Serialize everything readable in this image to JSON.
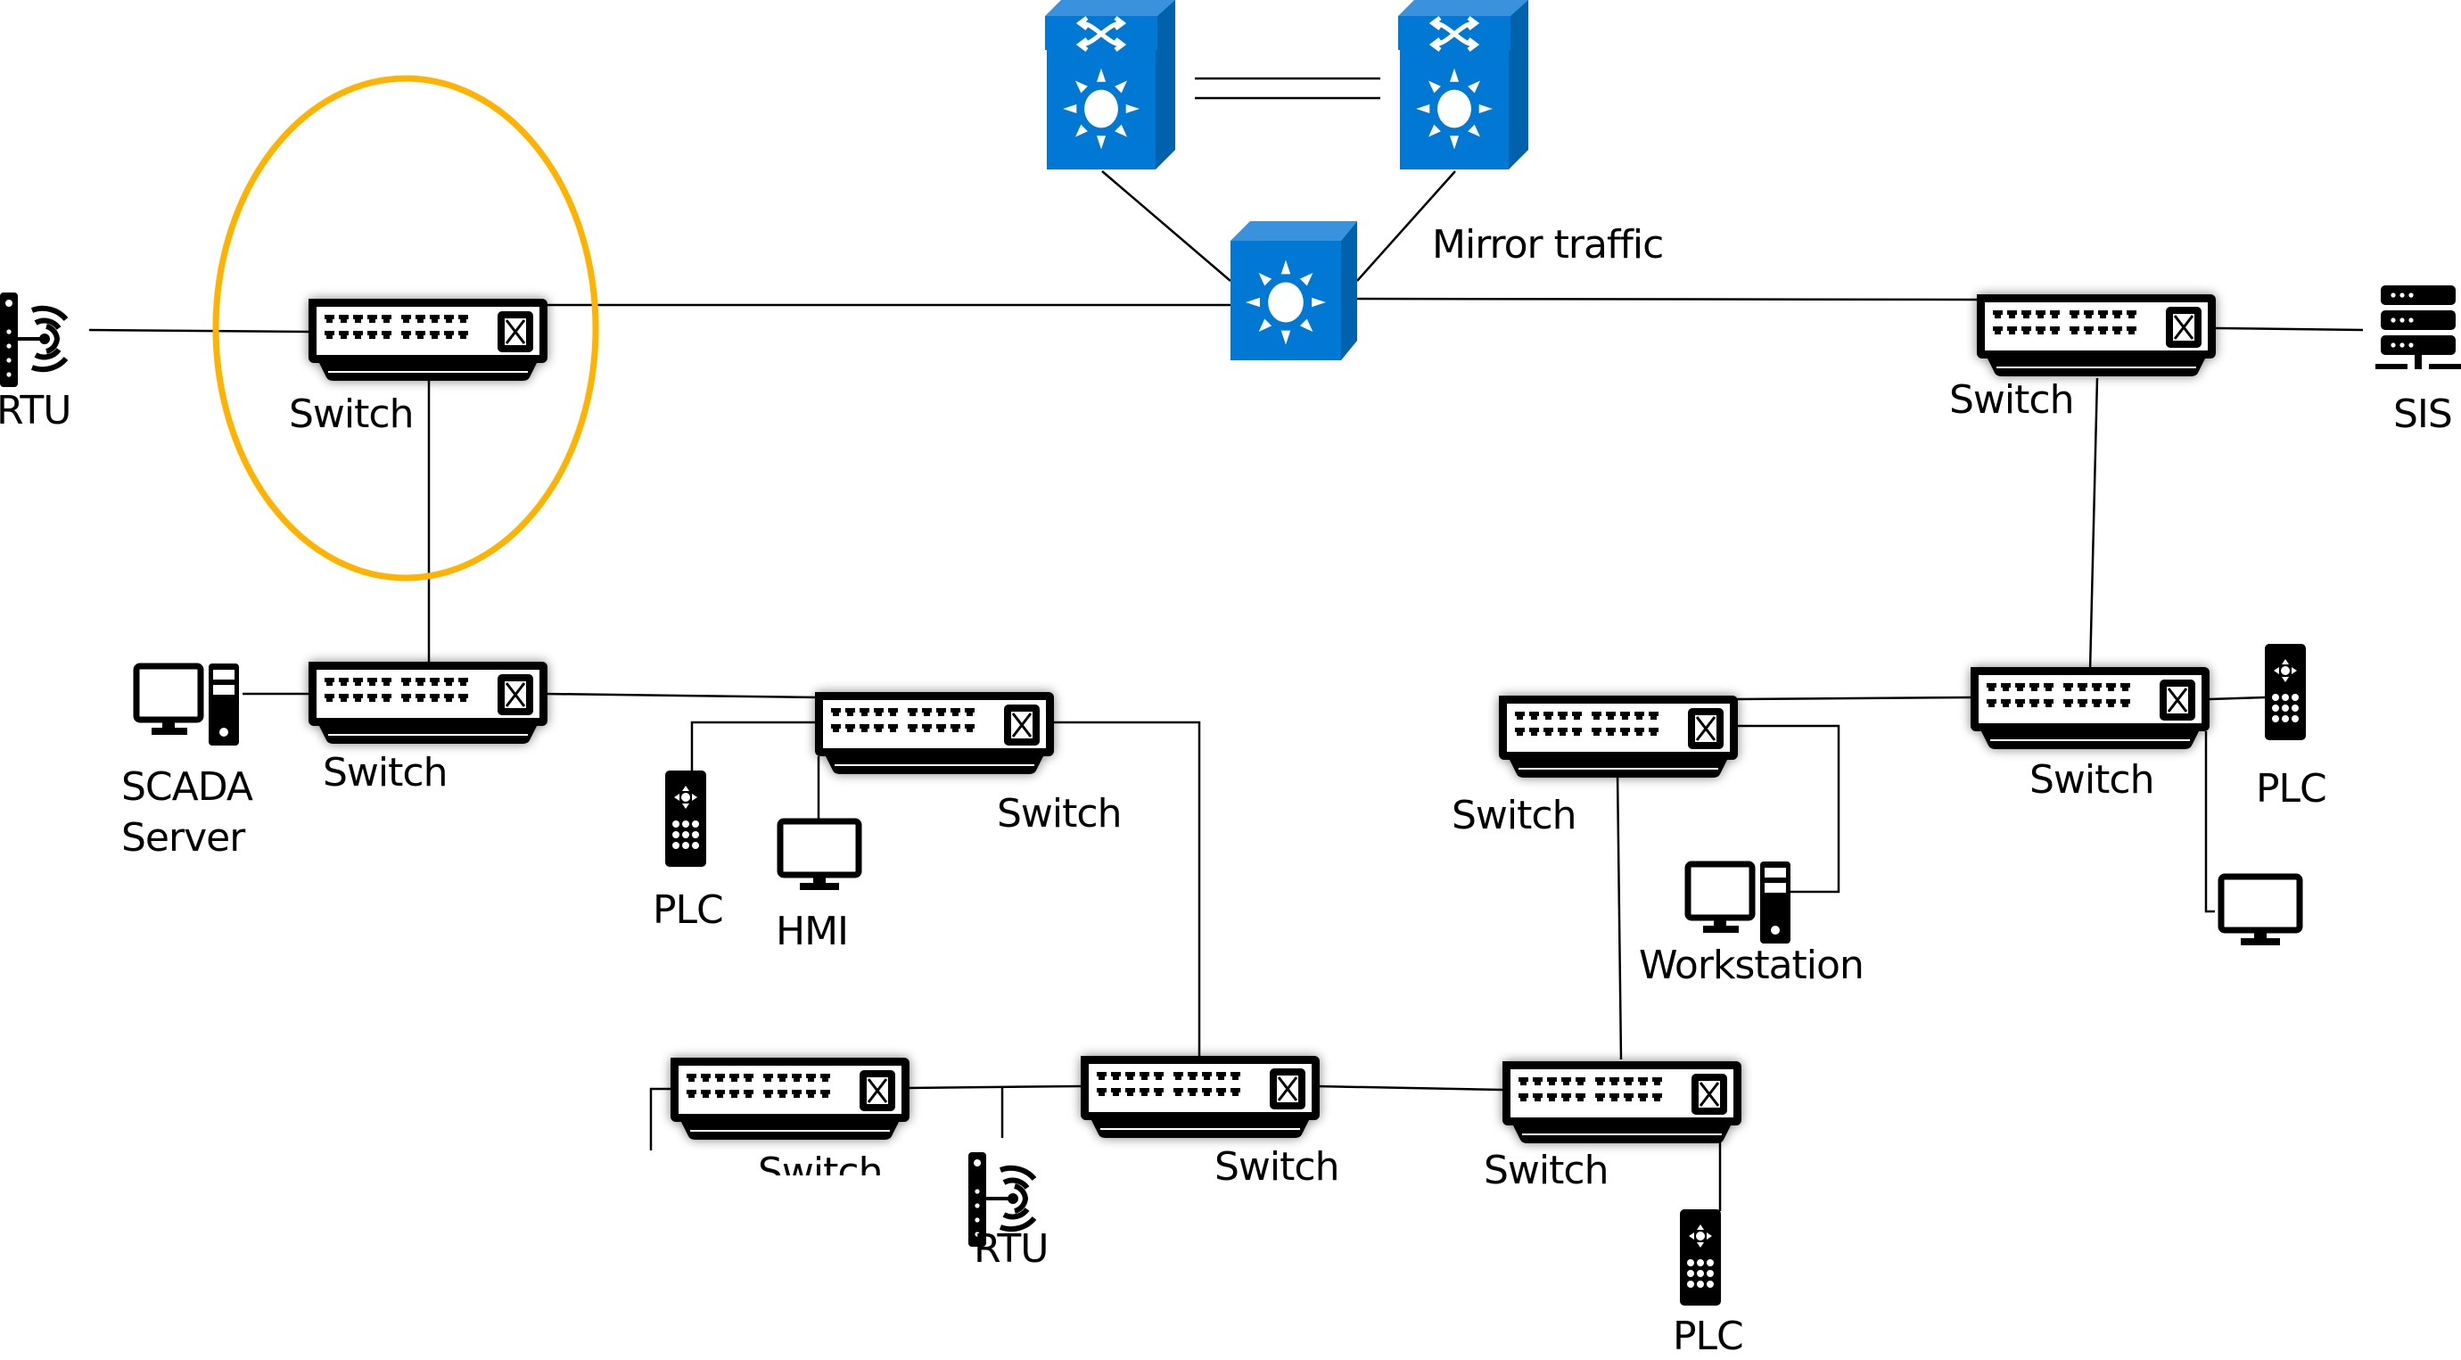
{
  "diagram": {
    "title": "ICS network topology with mirrored traffic",
    "highlight_color": "#FFB300",
    "core_switch_color": "#0078D4",
    "annotation": "Mirror traffic",
    "nodes": [
      {
        "id": "rtu-top",
        "type": "rtu",
        "label": "RTU"
      },
      {
        "id": "switch-highlighted",
        "type": "access-switch",
        "label": "Switch"
      },
      {
        "id": "core-left",
        "type": "core-switch",
        "label": ""
      },
      {
        "id": "core-right",
        "type": "core-switch",
        "label": ""
      },
      {
        "id": "core-mirror",
        "type": "layer3-switch",
        "label": ""
      },
      {
        "id": "switch-top-right",
        "type": "access-switch",
        "label": "Switch"
      },
      {
        "id": "sis",
        "type": "server",
        "label": "SIS"
      },
      {
        "id": "scada",
        "type": "workstation",
        "label": "SCADA Server",
        "label_lines": [
          "SCADA",
          "Server"
        ]
      },
      {
        "id": "switch-scada",
        "type": "access-switch",
        "label": "Switch"
      },
      {
        "id": "switch-mid",
        "type": "access-switch",
        "label": "Switch"
      },
      {
        "id": "plc-mid",
        "type": "plc",
        "label": "PLC"
      },
      {
        "id": "hmi-mid",
        "type": "monitor",
        "label": "HMI"
      },
      {
        "id": "switch-bottom-left",
        "type": "access-switch",
        "label": "Switch"
      },
      {
        "id": "plc-bottom-left",
        "type": "plc",
        "label": ""
      },
      {
        "id": "rtu-bottom",
        "type": "rtu",
        "label": "RTU"
      },
      {
        "id": "switch-bottom-center",
        "type": "access-switch",
        "label": "Switch"
      },
      {
        "id": "switch-bottom-right",
        "type": "access-switch",
        "label": "Switch"
      },
      {
        "id": "plc-bottom-right",
        "type": "plc",
        "label": "PLC"
      },
      {
        "id": "switch-workstation",
        "type": "access-switch",
        "label": "Switch"
      },
      {
        "id": "workstation",
        "type": "workstation",
        "label": "Workstation"
      },
      {
        "id": "switch-right",
        "type": "access-switch",
        "label": "Switch"
      },
      {
        "id": "plc-right",
        "type": "plc",
        "label": "PLC"
      },
      {
        "id": "monitor-right",
        "type": "monitor",
        "label": ""
      }
    ],
    "links": [
      [
        "rtu-top",
        "switch-highlighted"
      ],
      [
        "switch-highlighted",
        "core-mirror"
      ],
      [
        "core-mirror",
        "switch-top-right"
      ],
      [
        "core-left",
        "core-mirror"
      ],
      [
        "core-right",
        "core-mirror"
      ],
      [
        "core-left",
        "core-right"
      ],
      [
        "switch-top-right",
        "sis"
      ],
      [
        "switch-top-right",
        "switch-right"
      ],
      [
        "switch-highlighted",
        "switch-scada"
      ],
      [
        "scada",
        "switch-scada"
      ],
      [
        "switch-scada",
        "switch-mid"
      ],
      [
        "switch-mid",
        "plc-mid"
      ],
      [
        "switch-mid",
        "hmi-mid"
      ],
      [
        "switch-mid",
        "switch-bottom-center"
      ],
      [
        "switch-bottom-left",
        "switch-bottom-center"
      ],
      [
        "switch-bottom-left",
        "plc-bottom-left"
      ],
      [
        "rtu-bottom",
        "switch-bottom-left"
      ],
      [
        "switch-bottom-center",
        "switch-bottom-right"
      ],
      [
        "switch-bottom-right",
        "plc-bottom-right"
      ],
      [
        "switch-bottom-right",
        "switch-workstation"
      ],
      [
        "switch-workstation",
        "workstation"
      ],
      [
        "switch-workstation",
        "switch-right"
      ],
      [
        "switch-right",
        "plc-right"
      ],
      [
        "switch-right",
        "monitor-right"
      ]
    ]
  },
  "labels": {
    "rtu_top": "RTU",
    "switch_highlighted": "Switch",
    "mirror": "Mirror traffic",
    "switch_top_right": "Switch",
    "sis": "SIS",
    "scada_1": "SCADA",
    "scada_2": "Server",
    "switch_scada": "Switch",
    "switch_mid": "Switch",
    "plc_mid": "PLC",
    "hmi_mid": "HMI",
    "switch_bottom_left": "Switch",
    "rtu_bottom": "RTU",
    "switch_bottom_center": "Switch",
    "switch_bottom_right": "Switch",
    "plc_bottom_right": "PLC",
    "switch_workstation": "Switch",
    "workstation": "Workstation",
    "switch_right": "Switch",
    "plc_right": "PLC"
  }
}
